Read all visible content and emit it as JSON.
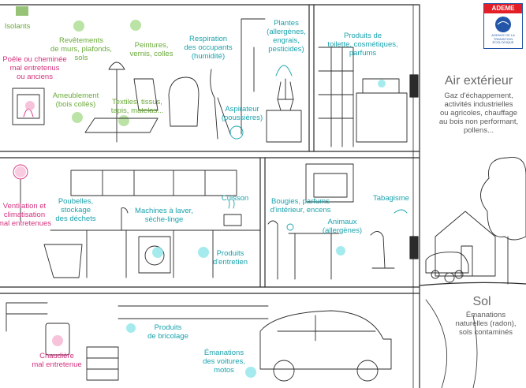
{
  "brand": {
    "name": "ADEME",
    "tagline": "AGENCE DE LA TRANSITION ÉCOLOGIQUE",
    "colors": {
      "red": "#e41e26",
      "blue": "#2356a8"
    }
  },
  "colors": {
    "green": "#6aaa3a",
    "teal": "#1aa3ad",
    "pink": "#d2327e",
    "grey": "#5a5a5a"
  },
  "labels": {
    "isolants": "Isolants",
    "revetements": "Revêtements\nde murs, plafonds,\nsols",
    "peintures": "Peintures,\nvernis, colles",
    "respiration": "Respiration\ndes occupants\n(humidité)",
    "plantes": "Plantes\n(allergènes,\nengrais,\npesticides)",
    "produits_toilette": "Produits de\ntoilette, cosmétiques,\nparfums",
    "poele": "Poêle ou cheminée\nmal entretenus\nou anciens",
    "ameublement": "Ameublement\n(bois collés)",
    "textiles": "Textiles, tissus,\ntapis, matelas...",
    "aspirateur": "Aspirateur\n(poussières)",
    "air_exterieur_title": "Air extérieur",
    "air_exterieur_desc": "Gaz d'échappement,\nactivités industrielles\nou agricoles, chauffage\nau bois non performant,\npollens...",
    "ventilation": "Ventilation et\nclimatisation\nmal entretenues",
    "poubelles": "Poubelles,\nstockage\ndes déchets",
    "machines": "Machines à laver,\nsèche-linge",
    "cuisson": "Cuisson",
    "produits_entretien": "Produits\nd'entretien",
    "bougies": "Bougies, parfums\nd'intérieur, encens",
    "animaux": "Animaux\n(allergènes)",
    "tabagisme": "Tabagisme",
    "sol_title": "Sol",
    "sol_desc": "Émanations\nnaturelles (radon),\nsols contaminés",
    "chaudiere": "Chaudière\nmal entretenue",
    "bricolage": "Produits\nde bricolage",
    "voitures": "Émanations\ndes voitures,\nmotos"
  }
}
